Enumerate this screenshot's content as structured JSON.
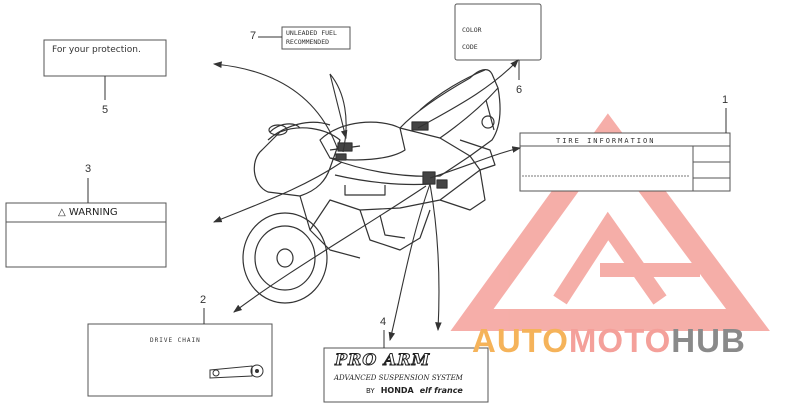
{
  "callouts": {
    "n1": "1",
    "n2": "2",
    "n3": "3",
    "n4": "4",
    "n5": "5",
    "n6": "6",
    "n7": "7"
  },
  "labels": {
    "protection": "For your protection.",
    "warning": "WARNING",
    "warning_symbol": "△",
    "tire_info": "TIRE INFORMATION",
    "drive_chain": "DRIVE CHAIN",
    "proarm_logo": "PRO ARM",
    "proarm_sub": "ADVANCED SUSPENSION SYSTEM",
    "proarm_by": "BY",
    "proarm_brand1": "HONDA",
    "proarm_brand2": "elf france",
    "unleaded_line1": "UNLEADED FUEL",
    "unleaded_line2": "RECOMMENDED",
    "color": "COLOR",
    "code": "CODE"
  },
  "watermark": {
    "part1": "AUTO",
    "part2": "MOTO",
    "part3": "HUB",
    "color_red": "#f06a60",
    "color_orange": "#f5b35a",
    "color_gray": "#7a7a7a"
  }
}
